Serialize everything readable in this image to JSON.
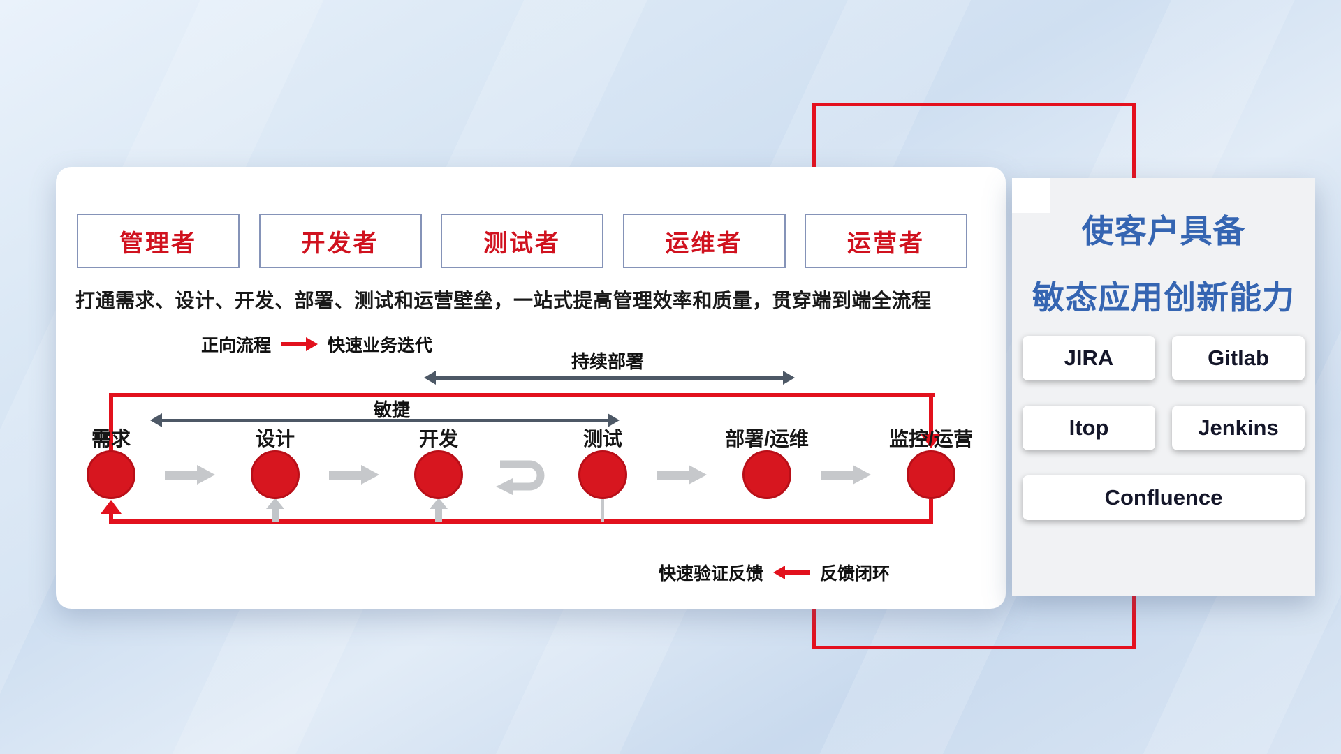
{
  "colors": {
    "accent_red": "#e2111d",
    "panel_blue": "#3565b2",
    "slate_arrow": "#4d5866"
  },
  "roles": [
    "管理者",
    "开发者",
    "测试者",
    "运维者",
    "运营者"
  ],
  "subtitle": "打通需求、设计、开发、部署、测试和运营壁垒，一站式提高管理效率和质量，贯穿端到端全流程",
  "legend_forward": {
    "label": "正向流程",
    "value": "快速业务迭代"
  },
  "legend_feedback": {
    "label": "快速验证反馈",
    "value": "反馈闭环"
  },
  "flow": {
    "stages": [
      "需求",
      "设计",
      "开发",
      "测试",
      "部署/运维",
      "监控/运营"
    ],
    "span_agile": "敏捷",
    "span_cd": "持续部署"
  },
  "panel": {
    "title_line1": "使客户具备",
    "title_line2": "敏态应用创新能力",
    "tools": [
      "JIRA",
      "Gitlab",
      "Itop",
      "Jenkins",
      "Confluence"
    ]
  }
}
